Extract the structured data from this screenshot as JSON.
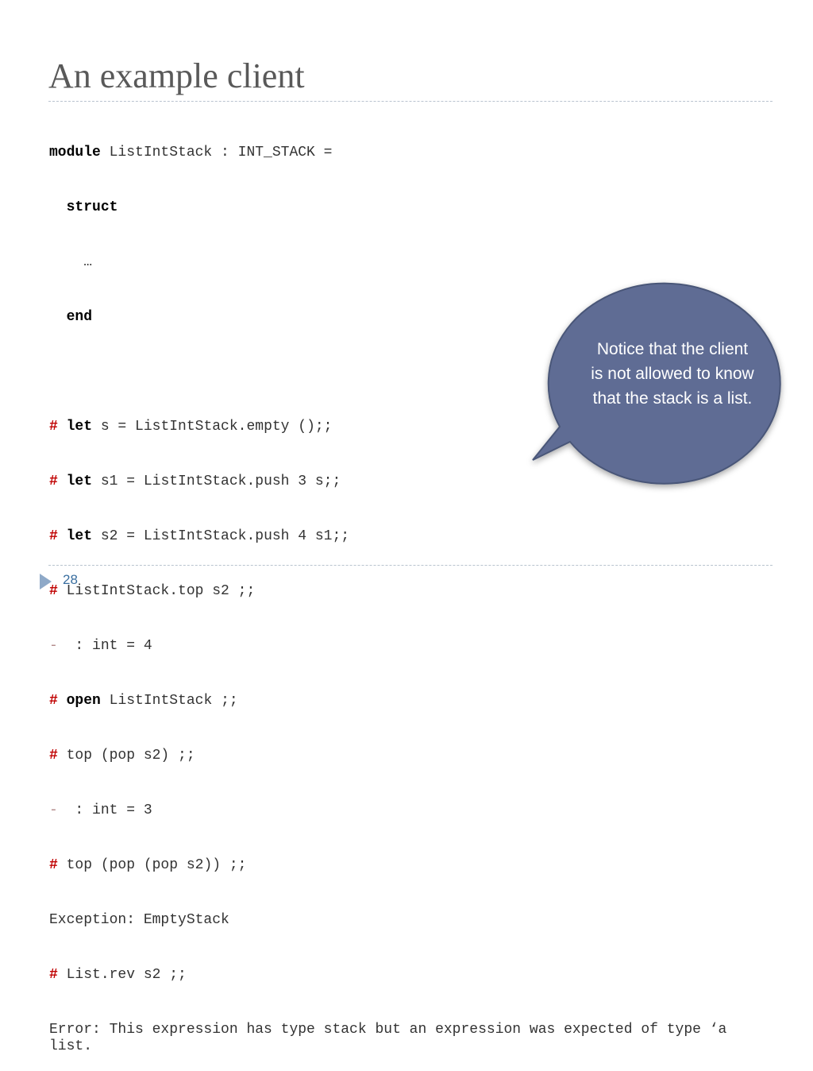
{
  "slide": {
    "title": "An example client",
    "page_number": "28",
    "callout_text": "Notice that the client is not allowed to know that the stack is a list.",
    "colors": {
      "title": "#595959",
      "hash_prompt": "#c00000",
      "callout_fill": "#5f6c94",
      "callout_border": "#4a5778",
      "page_number": "#3a6fa0",
      "rule": "#b9c3cf"
    }
  },
  "code": {
    "l1": {
      "kw": "module",
      "rest": " ListIntStack : INT_STACK ="
    },
    "l2": {
      "indent": "  ",
      "kw": "struct"
    },
    "l3": {
      "text": "    …"
    },
    "l4": {
      "indent": "  ",
      "kw": "end"
    },
    "l6": {
      "prompt": "#",
      "kw": "let",
      "rest": " s = ListIntStack.empty ();;"
    },
    "l7": {
      "prompt": "#",
      "kw": "let",
      "rest": " s1 = ListIntStack.push 3 s;;"
    },
    "l8": {
      "prompt": "#",
      "kw": "let",
      "rest": " s2 = ListIntStack.push 4 s1;;"
    },
    "l9": {
      "prompt": "#",
      "rest": " ListIntStack.top s2 ;;"
    },
    "l10": {
      "dash": "-",
      "rest": "  : int = 4"
    },
    "l11": {
      "prompt": "#",
      "kw": "open",
      "rest": " ListIntStack ;;"
    },
    "l12": {
      "prompt": "#",
      "rest": " top (pop s2) ;;"
    },
    "l13": {
      "dash": "-",
      "rest": "  : int = 3"
    },
    "l14": {
      "prompt": "#",
      "rest": " top (pop (pop s2)) ;;"
    },
    "l15": {
      "text": "Exception: EmptyStack"
    },
    "l16": {
      "prompt": "#",
      "rest": " List.rev s2 ;;"
    },
    "l17": {
      "text": "Error: This expression has type stack but an expression was expected of type ‘a list."
    }
  }
}
